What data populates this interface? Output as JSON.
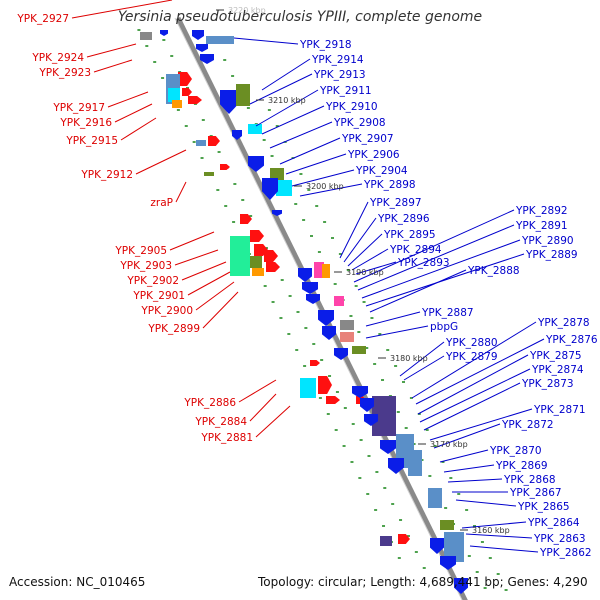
{
  "title": "Yersinia pseudotuberculosis YPIII, complete genome",
  "accession": "Accession: NC_010465",
  "topology": "Topology: circular; Length: 4,689,441 bp; Genes: 4,290",
  "colors": {
    "left_label": "#dd0000",
    "right_label": "#0000cc",
    "backbone": "#8a8a8a",
    "tick": "#333333",
    "dots": "#228b22"
  },
  "kbp_ticks": [
    {
      "label": "3220 kbp",
      "faded": true
    },
    {
      "label": "3210 kbp"
    },
    {
      "label": "3200 kbp"
    },
    {
      "label": "3190 kbp"
    },
    {
      "label": "3180 kbp"
    },
    {
      "label": "3170 kbp"
    },
    {
      "label": "3160 kbp"
    }
  ],
  "left_labels": [
    {
      "text": "YPK_2927"
    },
    {
      "text": "YPK_2924"
    },
    {
      "text": "YPK_2923"
    },
    {
      "text": "YPK_2917"
    },
    {
      "text": "YPK_2916"
    },
    {
      "text": "YPK_2915"
    },
    {
      "text": "YPK_2912"
    },
    {
      "text": "zraP"
    },
    {
      "text": "YPK_2905"
    },
    {
      "text": "YPK_2903"
    },
    {
      "text": "YPK_2902"
    },
    {
      "text": "YPK_2901"
    },
    {
      "text": "YPK_2900"
    },
    {
      "text": "YPK_2899"
    },
    {
      "text": "YPK_2886"
    },
    {
      "text": "YPK_2884"
    },
    {
      "text": "YPK_2881"
    }
  ],
  "right_labels": [
    {
      "text": "YPK_2918"
    },
    {
      "text": "YPK_2914"
    },
    {
      "text": "YPK_2913"
    },
    {
      "text": "YPK_2911"
    },
    {
      "text": "YPK_2910"
    },
    {
      "text": "YPK_2908"
    },
    {
      "text": "YPK_2907"
    },
    {
      "text": "YPK_2906"
    },
    {
      "text": "YPK_2904"
    },
    {
      "text": "YPK_2898"
    },
    {
      "text": "YPK_2897"
    },
    {
      "text": "YPK_2896"
    },
    {
      "text": "YPK_2895"
    },
    {
      "text": "YPK_2894"
    },
    {
      "text": "YPK_2893"
    },
    {
      "text": "YPK_2892"
    },
    {
      "text": "YPK_2891"
    },
    {
      "text": "YPK_2890"
    },
    {
      "text": "YPK_2889"
    },
    {
      "text": "YPK_2888"
    },
    {
      "text": "YPK_2887"
    },
    {
      "text": "pbpG"
    },
    {
      "text": "YPK_2880"
    },
    {
      "text": "YPK_2879"
    },
    {
      "text": "YPK_2878"
    },
    {
      "text": "YPK_2876"
    },
    {
      "text": "YPK_2875"
    },
    {
      "text": "YPK_2874"
    },
    {
      "text": "YPK_2873"
    },
    {
      "text": "YPK_2872"
    },
    {
      "text": "YPK_2871"
    },
    {
      "text": "YPK_2870"
    },
    {
      "text": "YPK_2869"
    },
    {
      "text": "YPK_2868"
    },
    {
      "text": "YPK_2867"
    },
    {
      "text": "YPK_2865"
    },
    {
      "text": "YPK_2864"
    },
    {
      "text": "YPK_2863"
    },
    {
      "text": "YPK_2862"
    }
  ]
}
